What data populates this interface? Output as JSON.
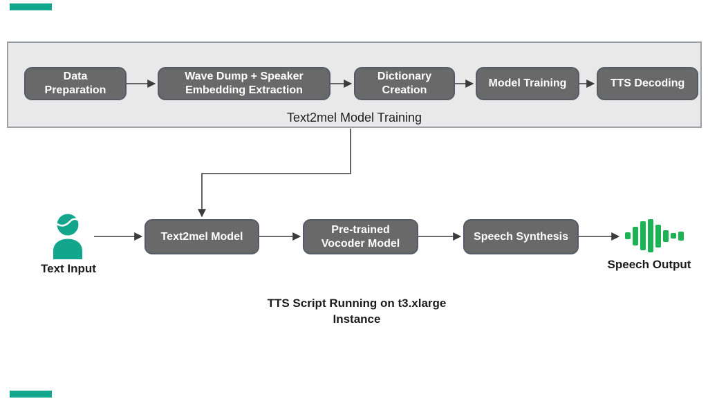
{
  "colors": {
    "teal": "#13a68c",
    "green": "#1db354",
    "box_fill": "#696969",
    "box_border": "#545b66",
    "container_fill": "#e9e9e9",
    "container_border": "#9aa1ab",
    "arrow": "#3c3c3c",
    "text": "#1b1b1b"
  },
  "training_section": {
    "title": "Text2mel Model Training",
    "boxes": [
      {
        "lines": [
          "Data",
          "Preparation"
        ]
      },
      {
        "lines": [
          "Wave Dump + Speaker",
          "Embedding Extraction"
        ]
      },
      {
        "lines": [
          "Dictionary",
          "Creation"
        ]
      },
      {
        "lines": [
          "Model Training"
        ]
      },
      {
        "lines": [
          "TTS Decoding"
        ]
      }
    ]
  },
  "inference_flow": {
    "input_label": "Text Input",
    "boxes": [
      {
        "lines": [
          "Text2mel Model"
        ]
      },
      {
        "lines": [
          "Pre-trained",
          "Vocoder Model"
        ]
      },
      {
        "lines": [
          "Speech Synthesis"
        ]
      }
    ],
    "output_label": "Speech Output"
  },
  "caption": {
    "lines": [
      "TTS Script Running on t3.xlarge",
      "Instance"
    ]
  },
  "icons": {
    "input": "person-icon",
    "output": "audio-wave-icon"
  }
}
